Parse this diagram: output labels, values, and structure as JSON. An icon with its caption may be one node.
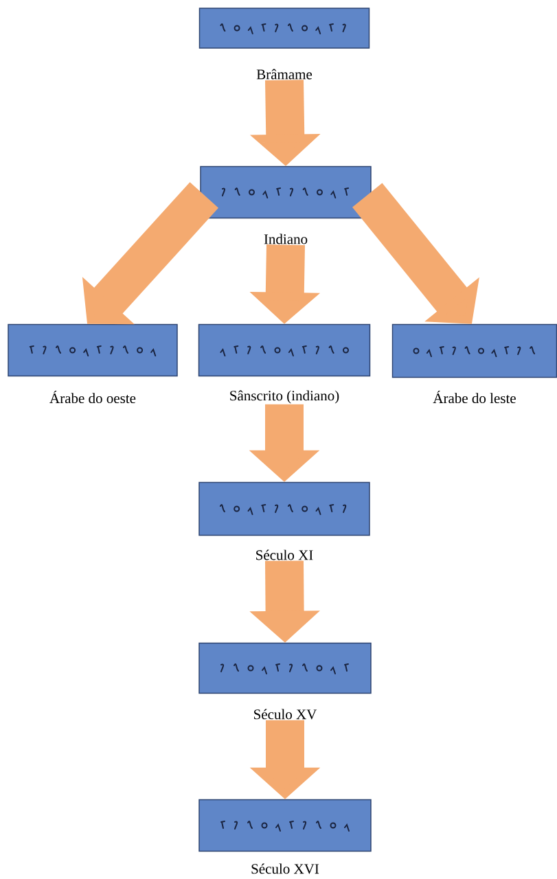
{
  "diagram": {
    "nodes": [
      {
        "text": [
          "Brâmame"
        ]
      },
      {
        "text": [
          "Indiano"
        ]
      },
      {
        "text": [
          "Árabe do oeste"
        ]
      },
      {
        "text": [
          "Sânscrito (indiano)"
        ]
      },
      {
        "text": [
          "Árabe do leste"
        ]
      },
      {
        "text": [
          "Século XI"
        ]
      },
      {
        "text": [
          "Século XV"
        ]
      },
      {
        "text": [
          "Século XVI"
        ]
      }
    ],
    "edges": [
      {
        "from": 0,
        "to": 1,
        "arrow": "to"
      },
      {
        "from": 1,
        "to": 2,
        "arrow": "to"
      },
      {
        "from": 1,
        "to": 3,
        "arrow": "to"
      },
      {
        "from": 1,
        "to": 4,
        "arrow": "to"
      },
      {
        "from": 3,
        "to": 5,
        "arrow": "to"
      },
      {
        "from": 5,
        "to": 6,
        "arrow": "to"
      },
      {
        "from": 6,
        "to": 7,
        "arrow": "to"
      }
    ]
  }
}
